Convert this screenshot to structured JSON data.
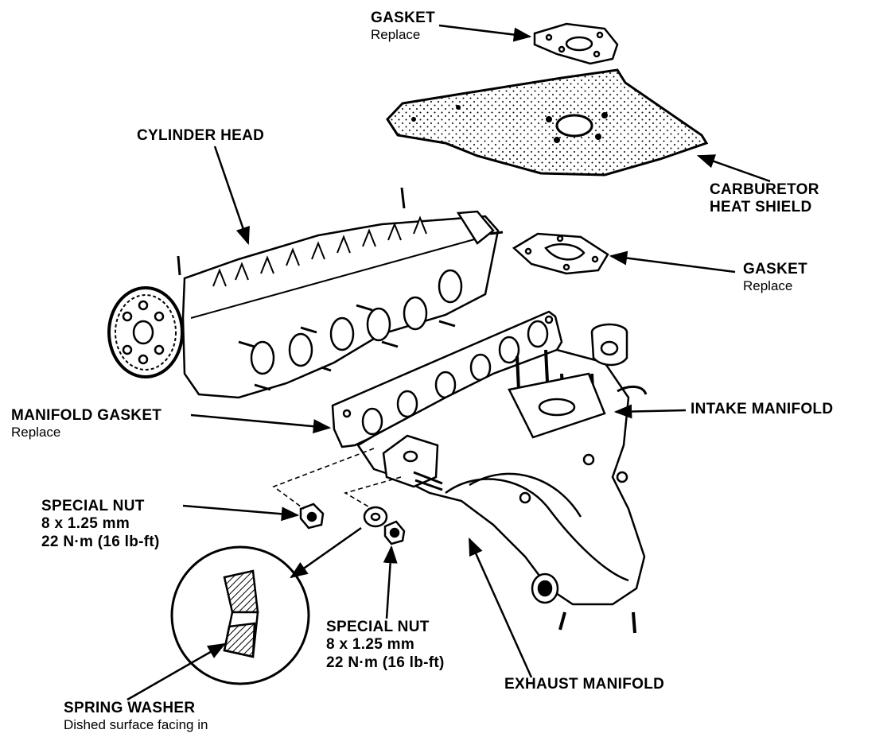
{
  "labels": {
    "gasket_top": {
      "title": "GASKET",
      "sub": "Replace"
    },
    "cylinder_head": {
      "title": "CYLINDER HEAD"
    },
    "carb_heat_shield": {
      "line1": "CARBURETOR",
      "line2": "HEAT SHIELD"
    },
    "gasket_right": {
      "title": "GASKET",
      "sub": "Replace"
    },
    "manifold_gasket": {
      "title": "MANIFOLD GASKET",
      "sub": "Replace"
    },
    "intake_manifold": {
      "title": "INTAKE MANIFOLD"
    },
    "special_nut_left": {
      "line1": "SPECIAL NUT",
      "line2": "8 x 1.25 mm",
      "line3": "22 N·m (16 lb-ft)"
    },
    "special_nut_bottom": {
      "line1": "SPECIAL NUT",
      "line2": "8 x 1.25 mm",
      "line3": "22 N·m (16 lb-ft)"
    },
    "exhaust_manifold": {
      "title": "EXHAUST MANIFOLD"
    },
    "spring_washer": {
      "title": "SPRING WASHER",
      "sub": "Dished surface facing in"
    }
  }
}
